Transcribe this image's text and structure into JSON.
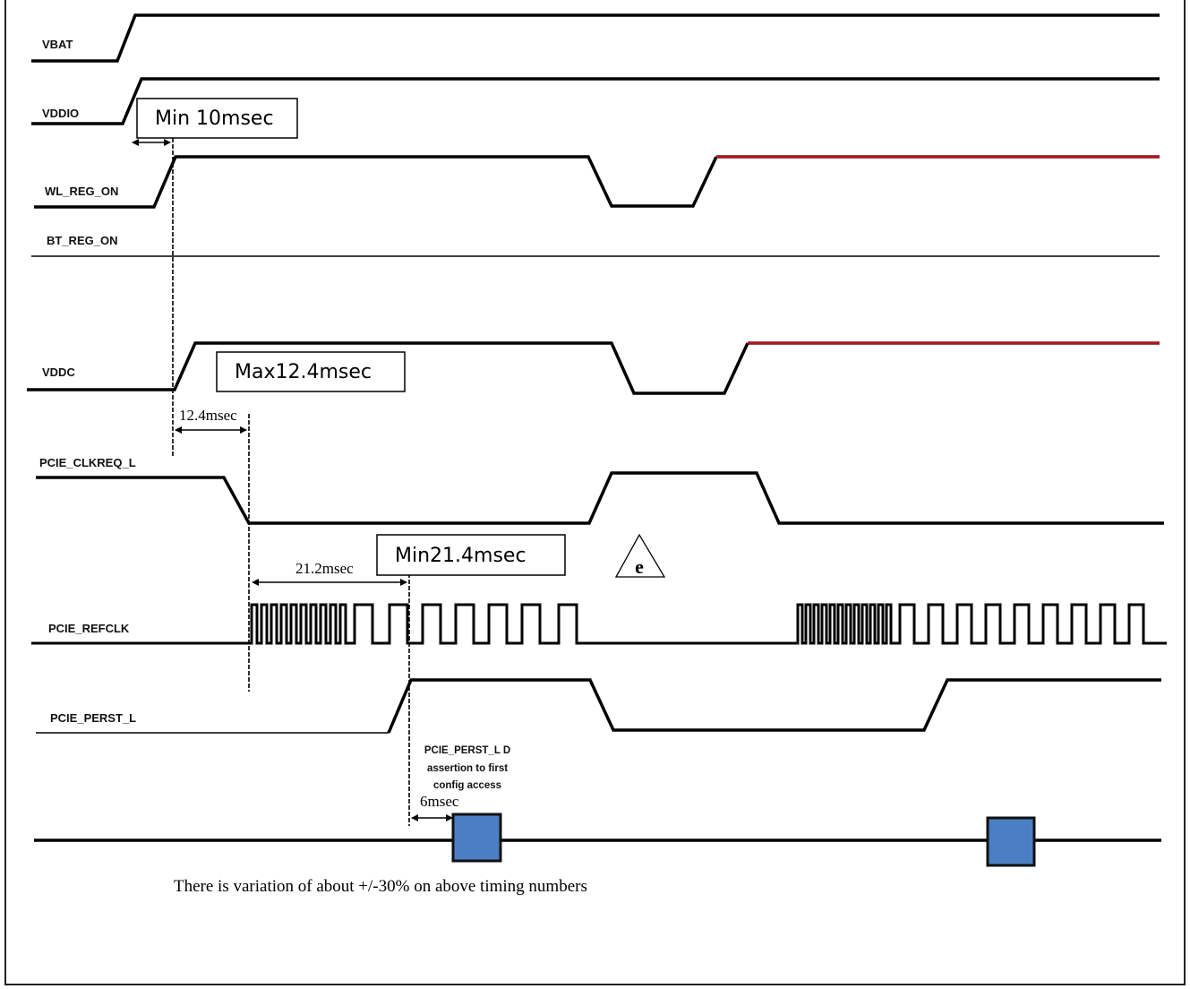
{
  "signals": {
    "vbat": "VBAT",
    "vddio": "VDDIO",
    "wl_reg_on": "WL_REG_ON",
    "bt_reg_on": "BT_REG_ON",
    "vddc": "VDDC",
    "pcie_clkreq_l": "PCIE_CLKREQ_L",
    "pcie_refclk": "PCIE_REFCLK",
    "pcie_perst_l": "PCIE_PERST_L"
  },
  "callouts": {
    "min_10": "Min 10msec",
    "max_12_4": "Max12.4msec",
    "min_21_4": "Min21.4msec"
  },
  "dimensions": {
    "d_12_4": "12.4msec",
    "d_21_2": "21.2msec",
    "d_6": "6msec"
  },
  "notes": {
    "perst_line1": "PCIE_PERST_L D",
    "perst_line2": "assertion to first",
    "perst_line3": "config access",
    "footnote": "There is variation of about +/-30% on above timing numbers"
  },
  "marker": {
    "letter": "e"
  },
  "colors": {
    "highlight_red": "#b3141b",
    "event_blue": "#4a7fc4"
  }
}
